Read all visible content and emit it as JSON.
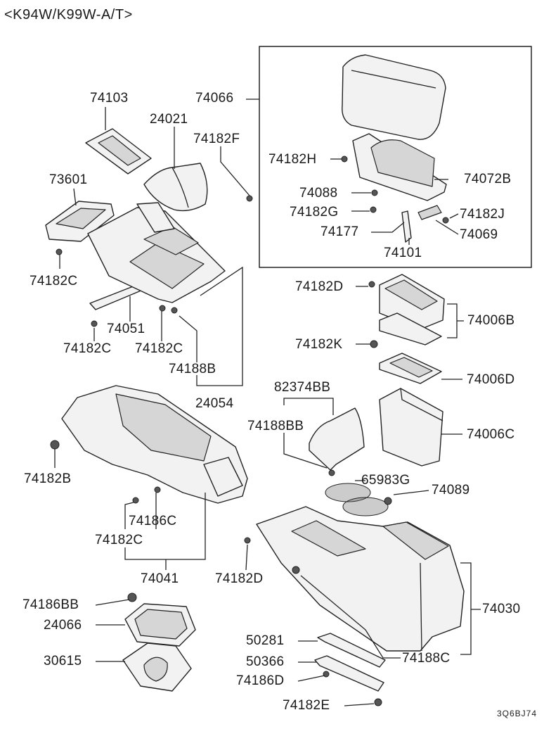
{
  "title": "<K94W/K99W-A/T>",
  "drawing_code": "3Q6BJ74",
  "labels": {
    "l74103": "74103",
    "l24021": "24021",
    "l74066": "74066",
    "l74182F": "74182F",
    "l73601": "73601",
    "l74182H": "74182H",
    "l74072B": "74072B",
    "l74088": "74088",
    "l74182G": "74182G",
    "l74182J": "74182J",
    "l74177": "74177",
    "l74069": "74069",
    "l74101": "74101",
    "l74182C_a": "74182C",
    "l74182D_a": "74182D",
    "l74006B": "74006B",
    "l74051": "74051",
    "l74182C_b": "74182C",
    "l74182C_c": "74182C",
    "l74182K": "74182K",
    "l74188B": "74188B",
    "l74006D": "74006D",
    "l24054": "24054",
    "l82374BB": "82374BB",
    "l74188BB": "74188BB",
    "l74006C": "74006C",
    "l74182B": "74182B",
    "l65983G": "65983G",
    "l74089": "74089",
    "l74186C": "74186C",
    "l74182C_d": "74182C",
    "l74041": "74041",
    "l74182D_b": "74182D",
    "l74030": "74030",
    "l74186BB": "74186BB",
    "l24066": "24066",
    "l50281": "50281",
    "l50366": "50366",
    "l74188C": "74188C",
    "l30615": "30615",
    "l74186D": "74186D",
    "l74182E": "74182E"
  }
}
